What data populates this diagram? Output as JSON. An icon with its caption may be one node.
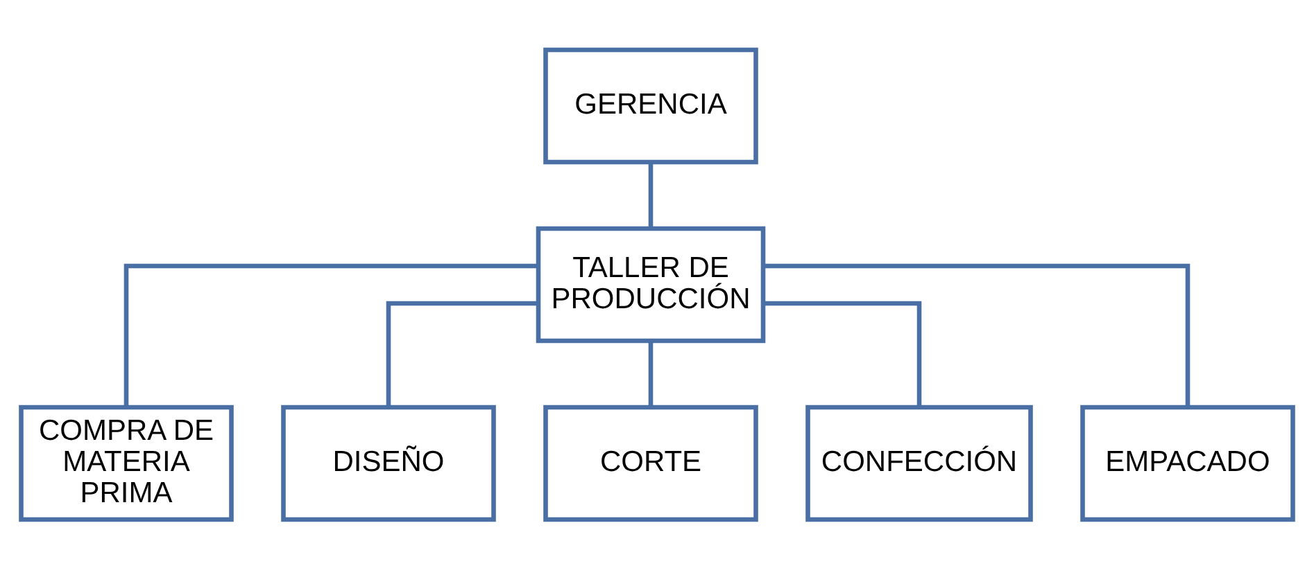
{
  "diagram": {
    "nodes": [
      {
        "text": [
          "GERENCIA"
        ]
      },
      {
        "text": [
          "TALLER DE PRODUCCIÓN"
        ]
      },
      {
        "text": [
          "COMPRA DE MATERIA PRIMA"
        ]
      },
      {
        "text": [
          "DISEÑO"
        ]
      },
      {
        "text": [
          "CORTE"
        ]
      },
      {
        "text": [
          "CONFECCIÓN"
        ]
      },
      {
        "text": [
          "EMPACADO"
        ]
      }
    ],
    "edges": [
      {
        "from": 0,
        "to": 1,
        "arrow": "none"
      },
      {
        "from": 1,
        "to": 2,
        "arrow": "none"
      },
      {
        "from": 1,
        "to": 3,
        "arrow": "none"
      },
      {
        "from": 1,
        "to": 4,
        "arrow": "none"
      },
      {
        "from": 1,
        "to": 5,
        "arrow": "none"
      },
      {
        "from": 1,
        "to": 6,
        "arrow": "none"
      }
    ]
  }
}
